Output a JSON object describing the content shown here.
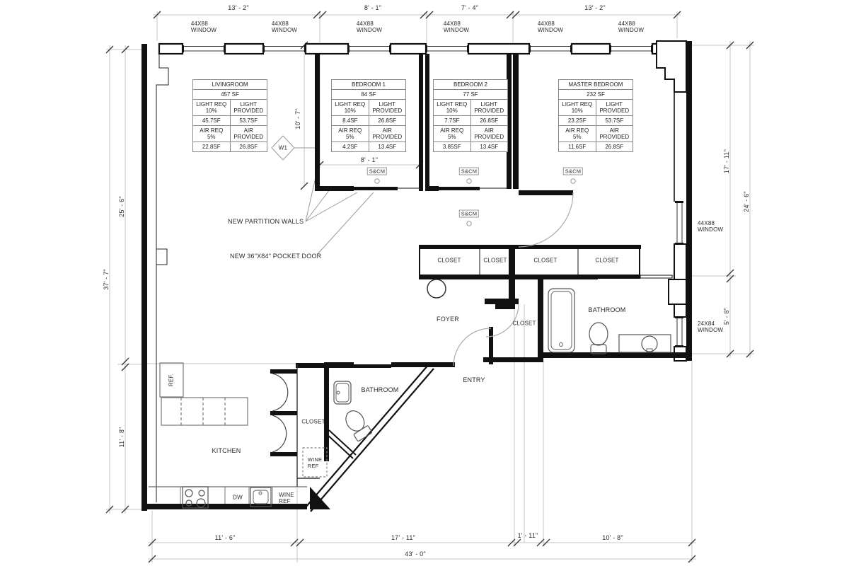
{
  "dims": {
    "top": [
      "13' - 2\"",
      "8' - 1\"",
      "7' - 4\"",
      "13' - 2\""
    ],
    "left": {
      "outer": "37' - 7\"",
      "top": "25' - 6\"",
      "bottom": "11' - 8\""
    },
    "right": {
      "outer": "24' - 6\"",
      "top": "17' - 11\"",
      "bottom": "5' - 8\""
    },
    "bottom": {
      "segments": [
        "11' - 6\"",
        "17' - 11\"",
        "1' - 11\"",
        "10' - 8\""
      ],
      "total": "43' - 0\""
    },
    "bedroom1_width": "8' - 1\"",
    "living_depth": "10' - 7\""
  },
  "windows": {
    "top": [
      {
        "size": "44X88",
        "label": "WINDOW"
      },
      {
        "size": "44X88",
        "label": "WINDOW"
      },
      {
        "size": "44X88",
        "label": "WINDOW"
      },
      {
        "size": "44X88",
        "label": "WINDOW"
      },
      {
        "size": "44X88",
        "label": "WINDOW"
      },
      {
        "size": "44X88",
        "label": "WINDOW"
      }
    ],
    "right": [
      {
        "size": "44X88",
        "label": "WINDOW"
      },
      {
        "size": "24X84",
        "label": "WINDOW"
      }
    ]
  },
  "tables": {
    "labels": {
      "light_req_l1": "LIGHT REQ",
      "light_req_l2": "10%",
      "light_prov_l1": "LIGHT",
      "light_prov_l2": "PROVIDED",
      "air_req_l1": "AIR REQ",
      "air_req_l2": "5%",
      "air_prov_l1": "AIR",
      "air_prov_l2": "PROVIDED"
    },
    "rooms": [
      {
        "name": "LIVINGROOM",
        "area": "457 SF",
        "light_req": "45.7SF",
        "light_prov": "53.7SF",
        "air_req": "22.8SF",
        "air_prov": "26.8SF"
      },
      {
        "name": "BEDROOM 1",
        "area": "84 SF",
        "light_req": "8.4SF",
        "light_prov": "26.8SF",
        "air_req": "4.2SF",
        "air_prov": "13.4SF"
      },
      {
        "name": "BEDROOM 2",
        "area": "77 SF",
        "light_req": "7.7SF",
        "light_prov": "26.8SF",
        "air_req": "3.85SF",
        "air_prov": "13.4SF"
      },
      {
        "name": "MASTER BEDROOM",
        "area": "232 SF",
        "light_req": "23.2SF",
        "light_prov": "53.7SF",
        "air_req": "11.6SF",
        "air_prov": "26.8SF"
      }
    ]
  },
  "rooms": {
    "kitchen": "KITCHEN",
    "foyer": "FOYER",
    "entry": "ENTRY",
    "bathroom_main": "BATHROOM",
    "bathroom_master": "BATHROOM",
    "closet_row": [
      "CLOSET",
      "CLOSET",
      "CLOSET",
      "CLOSET"
    ],
    "closet_entry": "CLOSET",
    "closet_kitchen": "CLOSET",
    "wine_ref_closet": [
      "WINE",
      "REF"
    ],
    "wine_ref_counter": [
      "WINE",
      "REF"
    ],
    "dw": "DW",
    "ref": "REF."
  },
  "marks": {
    "window_tag": "W1",
    "scm": [
      "S&CM",
      "S&CM",
      "S&CM",
      "S&CM"
    ]
  },
  "annotations": {
    "partition_walls": "NEW PARTITION WALLS",
    "pocket_door": "NEW 36\"X84\" POCKET DOOR"
  },
  "colors": {
    "wall": "#111111",
    "dim_line": "#c4c4c4",
    "fixture": "#555555",
    "text": "#2a2a2a"
  }
}
